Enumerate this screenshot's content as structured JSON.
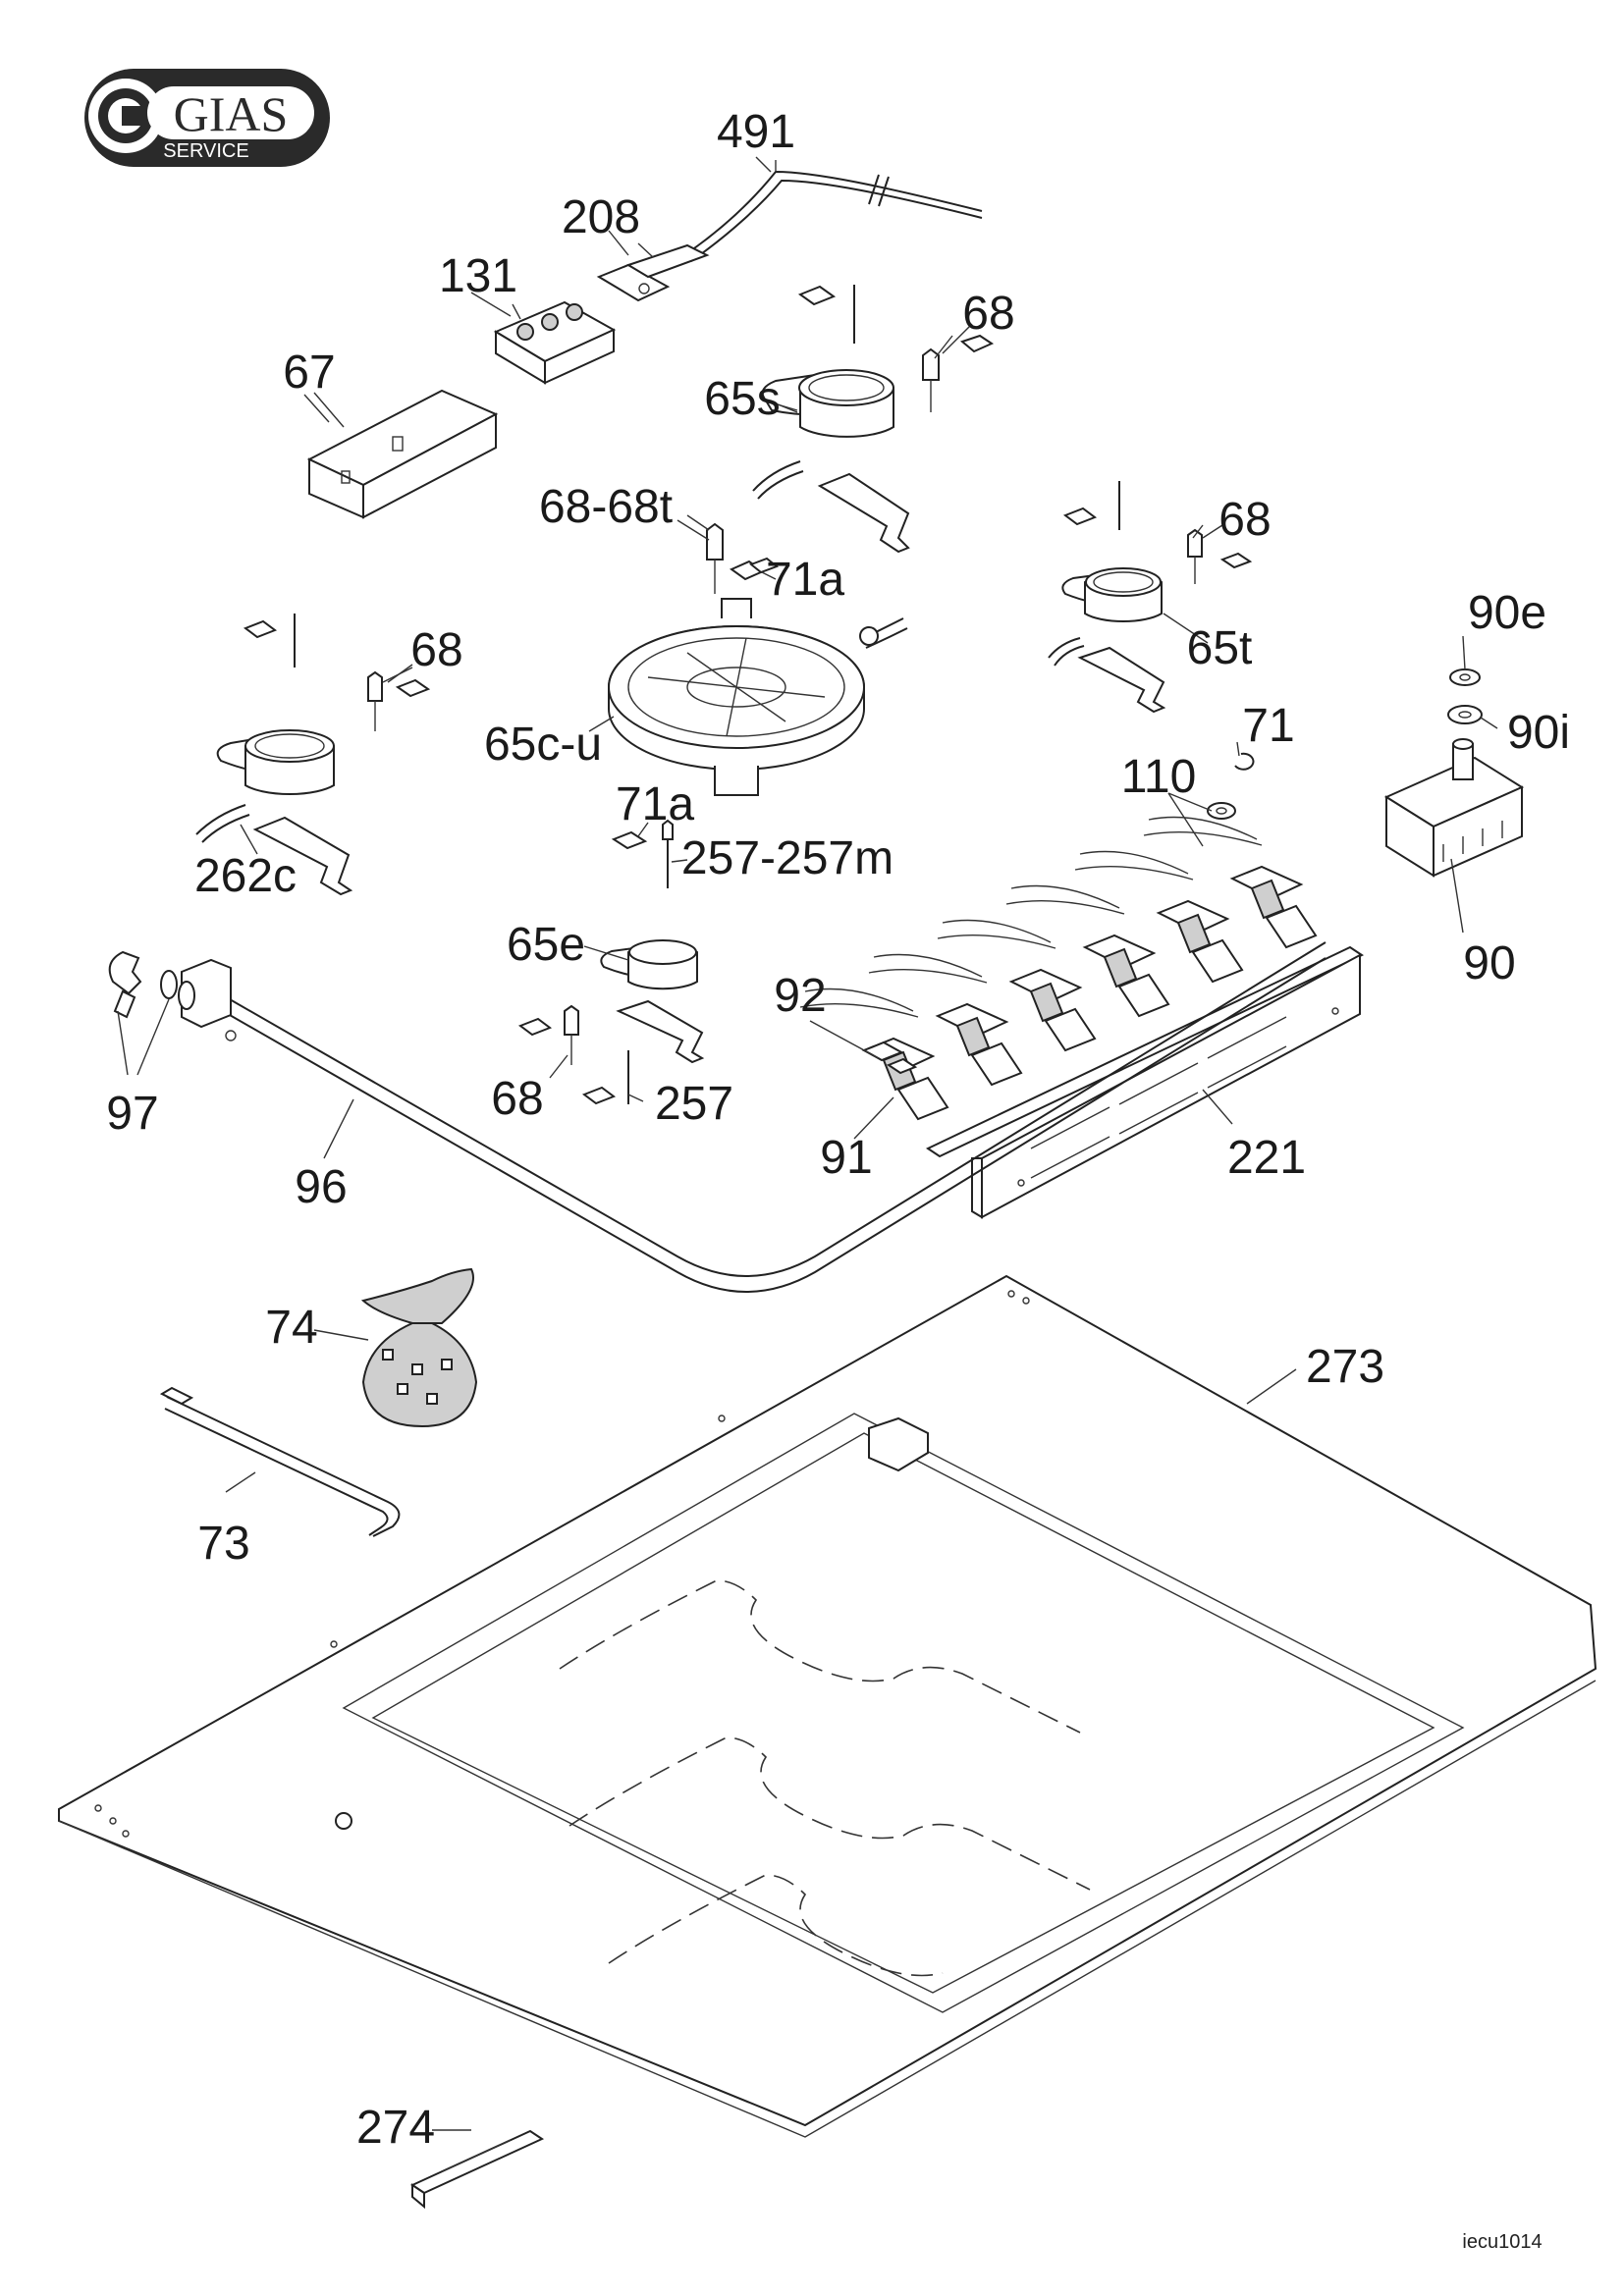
{
  "logo": {
    "brand": "GIAS",
    "sub": "SERVICE"
  },
  "drawing_code": "iecu1014",
  "callouts": {
    "c491": "491",
    "c208": "208",
    "c131": "131",
    "c67": "67",
    "c68a": "68",
    "c65s": "65s",
    "c68_68t": "68-68t",
    "c71a_top": "71a",
    "c68b": "68",
    "c65t": "65t",
    "c90e": "90e",
    "c90i": "90i",
    "c68c": "68",
    "c65c_u": "65c-u",
    "c71": "71",
    "c110": "110",
    "c71a_mid": "71a",
    "c257_257m": "257-257m",
    "c262c": "262c",
    "c90": "90",
    "c65e": "65e",
    "c92": "92",
    "c97": "97",
    "c68d": "68",
    "c257": "257",
    "c91": "91",
    "c221": "221",
    "c96": "96",
    "c74": "74",
    "c273": "273",
    "c73": "73",
    "c274": "274"
  }
}
